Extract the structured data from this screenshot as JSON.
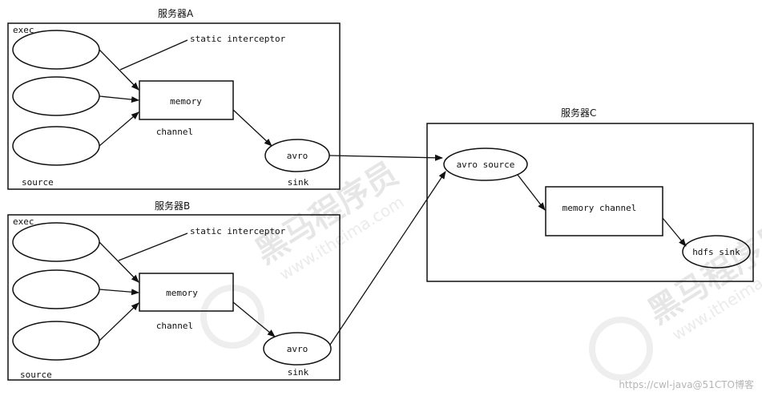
{
  "servers": {
    "a": {
      "title": "服务器A",
      "exec_label": "exec",
      "source_label": "source",
      "interceptor_label": "static interceptor",
      "memory_label": "memory",
      "channel_label": "channel",
      "avro_label": "avro",
      "sink_label": "sink"
    },
    "b": {
      "title": "服务器B",
      "exec_label": "exec",
      "source_label": "source",
      "interceptor_label": "static interceptor",
      "memory_label": "memory",
      "channel_label": "channel",
      "avro_label": "avro",
      "sink_label": "sink"
    },
    "c": {
      "title": "服务器C",
      "avro_source_label": "avro source",
      "memory_channel_label": "memory channel",
      "hdfs_sink_label": "hdfs sink"
    }
  },
  "watermark": {
    "brand": "黑马程序员",
    "site": "www.itheima.com"
  },
  "footer": {
    "credit": "https://cwl-java@51CTO博客"
  }
}
